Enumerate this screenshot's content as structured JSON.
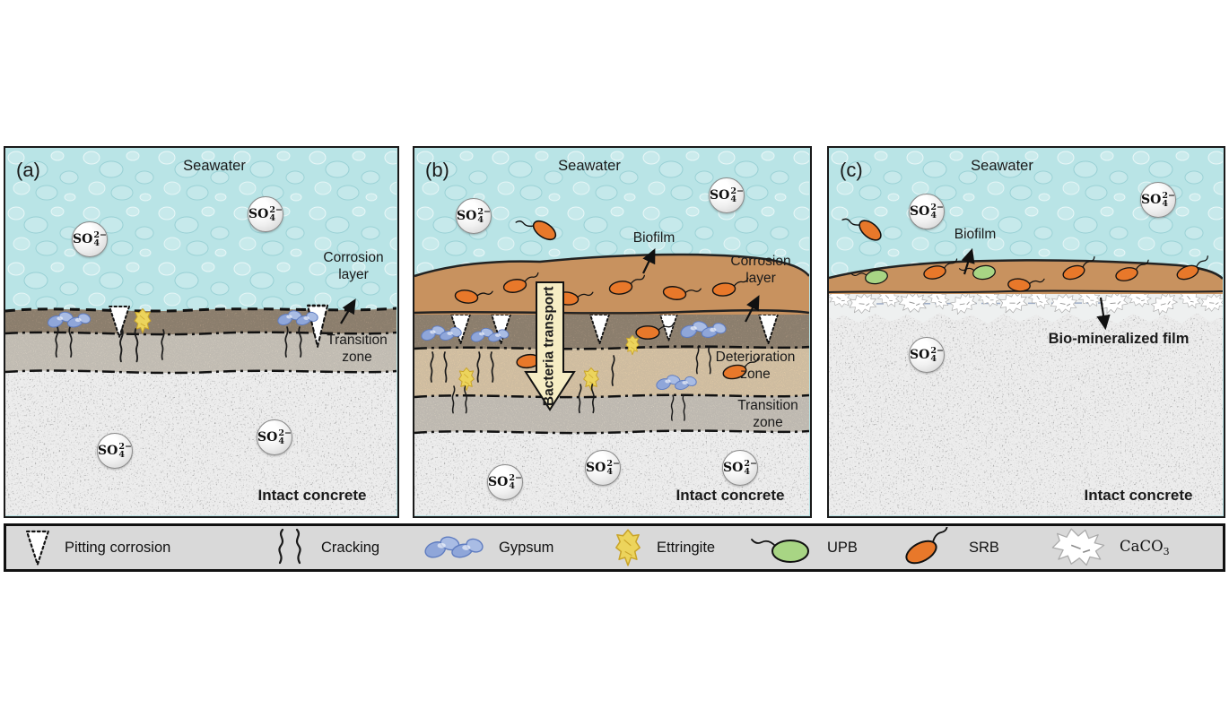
{
  "figure": {
    "description_labels": {
      "seawater": "Seawater",
      "intact_concrete": "Intact concrete"
    }
  },
  "ions": {
    "so4_base": "SO",
    "so4_sup": "2−",
    "so4_sub": "4"
  },
  "panel_a": {
    "tag": "(a)",
    "seawater_label": "Seawater",
    "corrosion_layer_label": "Corrosion layer",
    "transition_zone_label": "Transition zone",
    "intact_concrete_label": "Intact concrete"
  },
  "panel_b": {
    "tag": "(b)",
    "seawater_label": "Seawater",
    "biofilm_label": "Biofilm",
    "corrosion_layer_label": "Corrosion layer",
    "bacteria_transport_label": "Bacteria transport",
    "deterioration_zone_label": "Deterioration zone",
    "transition_zone_label": "Transition zone",
    "intact_concrete_label": "Intact concrete"
  },
  "panel_c": {
    "tag": "(c)",
    "seawater_label": "Seawater",
    "biofilm_label": "Biofilm",
    "biomineralized_film_label": "Bio-mineralized film",
    "intact_concrete_label": "Intact concrete"
  },
  "legend": {
    "items": [
      {
        "icon": "pitting-corrosion-icon",
        "label": "Pitting corrosion"
      },
      {
        "icon": "cracking-icon",
        "label": "Cracking"
      },
      {
        "icon": "gypsum-icon",
        "label": "Gypsum"
      },
      {
        "icon": "ettringite-icon",
        "label": "Ettringite"
      },
      {
        "icon": "upb-icon",
        "label": "UPB"
      },
      {
        "icon": "srb-icon",
        "label": "SRB"
      },
      {
        "icon": "caco3-icon",
        "label_base": "CaCO",
        "label_sub": "3"
      }
    ]
  },
  "colors": {
    "seawater": "#b9e4e6",
    "biofilm": "#c8925f",
    "corrosion_layer": "#a6937d",
    "transition_zone": "#d9d1c3",
    "deterioration_zone": "#e8cea6",
    "intact_concrete": "#bdbdbd",
    "srb": "#e8782a",
    "upb": "#a8d584",
    "gypsum": "#8fa6d9",
    "ettringite": "#ecd45c",
    "bacteria_transport_arrow": "#f6edc4",
    "legend_background": "#d9d9d9"
  }
}
